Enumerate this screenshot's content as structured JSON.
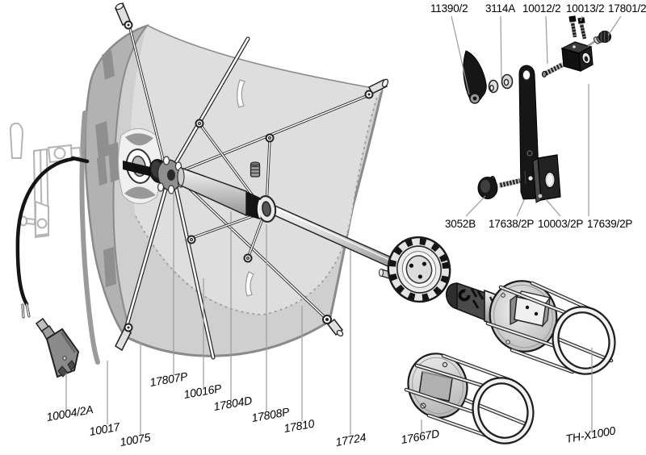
{
  "diagram": {
    "type": "exploded-parts-diagram",
    "product_code": "TH-X1000",
    "labels": {
      "top": [
        "11390/2",
        "3114A",
        "10012/2",
        "10013/2",
        "17801/2"
      ],
      "middle": [
        "3052B",
        "17638/2P",
        "10003/2P",
        "17639/2P"
      ],
      "bottom": [
        "10004/2A",
        "10017",
        "10075",
        "17807P",
        "10016P",
        "17804D",
        "17808P",
        "17810",
        "17724",
        "17667D",
        "TH-X1000"
      ]
    },
    "colors": {
      "background": "#ffffff",
      "outline": "#1a1a1a",
      "canopy_fill": "#cfcfcf",
      "canopy_band": "#b2b2b2",
      "canopy_patch": "#8f8f8f",
      "leader_line": "#9b9b9b"
    }
  }
}
